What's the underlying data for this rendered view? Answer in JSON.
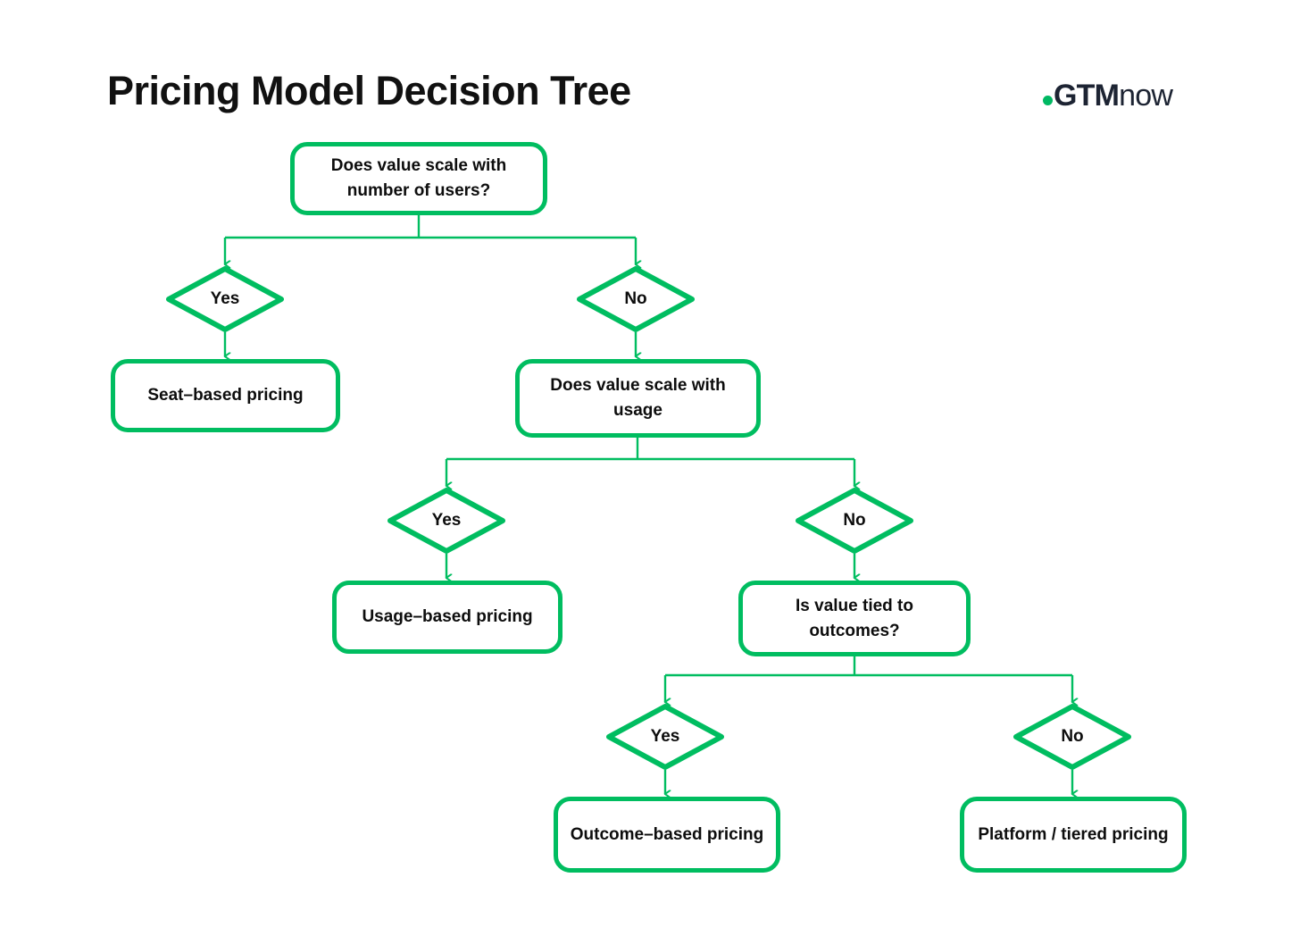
{
  "header": {
    "title": "Pricing Model Decision Tree",
    "logo": {
      "dot_icon": "green-dot-icon",
      "primary": "GTM",
      "secondary": "now"
    }
  },
  "theme": {
    "accent_green": "#00bd60",
    "text_dark": "#0d0d0d",
    "logo_navy": "#1d2433",
    "background": "#ffffff"
  },
  "diagram": {
    "type": "decision-tree",
    "nodes": {
      "q1": {
        "label": "Does value scale with number of users?",
        "kind": "decision-box"
      },
      "q1_yes": {
        "label": "Yes",
        "kind": "diamond"
      },
      "q1_no": {
        "label": "No",
        "kind": "diamond"
      },
      "seat": {
        "label": "Seat–based pricing",
        "kind": "outcome-box"
      },
      "q2": {
        "label": "Does value scale with usage",
        "kind": "decision-box"
      },
      "q2_yes": {
        "label": "Yes",
        "kind": "diamond"
      },
      "q2_no": {
        "label": "No",
        "kind": "diamond"
      },
      "usage": {
        "label": "Usage–based pricing",
        "kind": "outcome-box"
      },
      "q3": {
        "label": "Is value tied to outcomes?",
        "kind": "decision-box"
      },
      "q3_yes": {
        "label": "Yes",
        "kind": "diamond"
      },
      "q3_no": {
        "label": "No",
        "kind": "diamond"
      },
      "outcome": {
        "label": "Outcome–based pricing",
        "kind": "outcome-box"
      },
      "platform": {
        "label": "Platform / tiered pricing",
        "kind": "outcome-box"
      }
    },
    "edges": [
      {
        "from": "q1",
        "to": "q1_yes"
      },
      {
        "from": "q1",
        "to": "q1_no"
      },
      {
        "from": "q1_yes",
        "to": "seat"
      },
      {
        "from": "q1_no",
        "to": "q2"
      },
      {
        "from": "q2",
        "to": "q2_yes"
      },
      {
        "from": "q2",
        "to": "q2_no"
      },
      {
        "from": "q2_yes",
        "to": "usage"
      },
      {
        "from": "q2_no",
        "to": "q3"
      },
      {
        "from": "q3",
        "to": "q3_yes"
      },
      {
        "from": "q3",
        "to": "q3_no"
      },
      {
        "from": "q3_yes",
        "to": "outcome"
      },
      {
        "from": "q3_no",
        "to": "platform"
      }
    ]
  }
}
